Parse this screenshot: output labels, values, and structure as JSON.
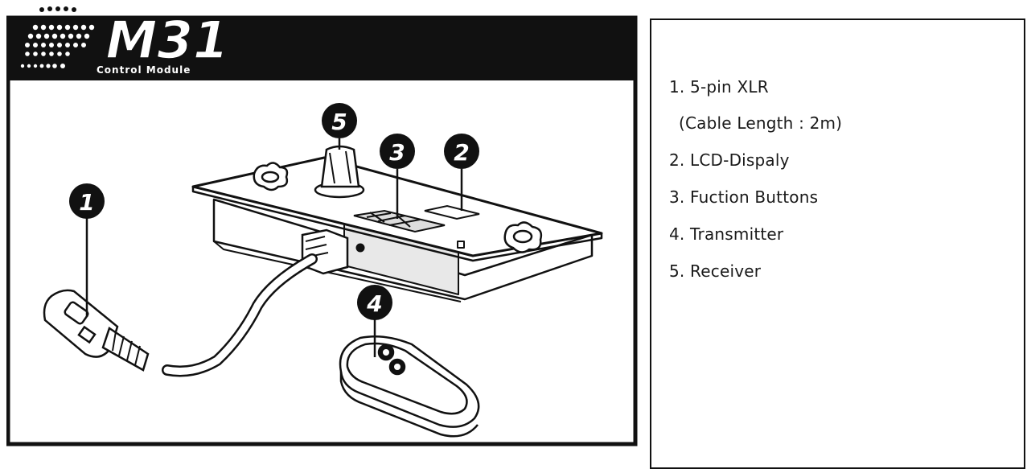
{
  "logo": {
    "model": "M31",
    "subtitle": "Control Module"
  },
  "callouts": [
    "1",
    "2",
    "3",
    "4",
    "5"
  ],
  "legend": {
    "items": [
      {
        "text": "1. 5-pin XLR",
        "sub": "(Cable Length : 2m)"
      },
      {
        "text": "2. LCD-Dispaly"
      },
      {
        "text": "3. Fuction Buttons"
      },
      {
        "text": "4. Transmitter"
      },
      {
        "text": "5. Receiver"
      }
    ]
  },
  "colors": {
    "ink": "#111111",
    "paper": "#ffffff",
    "shade": "#d8d8d8"
  }
}
